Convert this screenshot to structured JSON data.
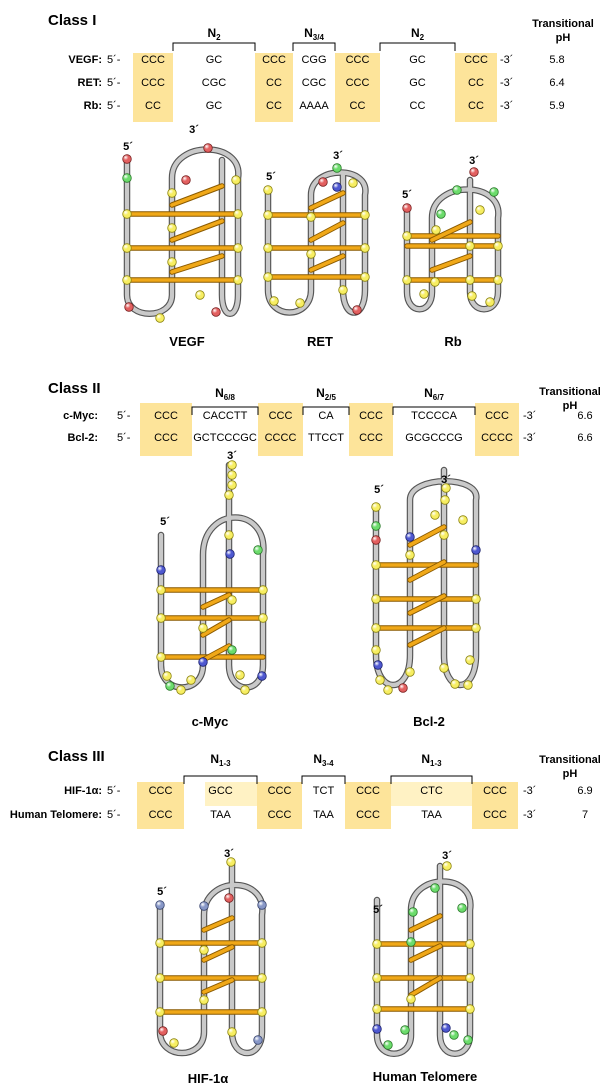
{
  "colors": {
    "highlight": "#fde49a",
    "highlight_light": "#fff2c4",
    "bridge": "#f0a818",
    "bridge_dark": "#8a5a00",
    "backbone": "#a6a6a6",
    "backbone_dark": "#555555",
    "bead_yellow": "#f7ee62",
    "bead_red": "#e36060",
    "bead_green": "#6cdc6c",
    "bead_blue": "#4e58d0",
    "bead_slate": "#8797c7"
  },
  "sections": [
    {
      "title": "Class I",
      "header": "Transitional pH",
      "loops": [
        "N2",
        "N3/4",
        "N2"
      ],
      "rows": [
        {
          "label": "VEGF:",
          "prime5": "5´-",
          "seq": [
            "CCC",
            "GC",
            "CCC",
            "CGG",
            "CCC",
            "GC",
            "CCC"
          ],
          "prime3": "-3´",
          "ph": "5.8"
        },
        {
          "label": "RET:",
          "prime5": "5´-",
          "seq": [
            "CCC",
            "CGC",
            "CC",
            "CGC",
            "CCC",
            "GC",
            "CC"
          ],
          "prime3": "-3´",
          "ph": "6.4"
        },
        {
          "label": "Rb:",
          "prime5": "5´-",
          "seq": [
            "CC",
            "GC",
            "CC",
            "AAAA",
            "CC",
            "CC",
            "CC"
          ],
          "prime3": "-3´",
          "ph": "5.9"
        }
      ],
      "structures": [
        {
          "name": "VEGF",
          "end5": "5´",
          "end3": "3´"
        },
        {
          "name": "RET",
          "end5": "5´",
          "end3": "3´"
        },
        {
          "name": "Rb",
          "end5": "5´",
          "end3": "3´"
        }
      ]
    },
    {
      "title": "Class II",
      "header": "Transitional pH",
      "loops": [
        "N6/8",
        "N2/5",
        "N6/7"
      ],
      "rows": [
        {
          "label": "c-Myc:",
          "prime5": "5´-",
          "seq": [
            "CCC",
            "CACCTT",
            "CCC",
            "CA",
            "CCC",
            "TCCCCA",
            "CCC"
          ],
          "prime3": "-3´",
          "ph": "6.6"
        },
        {
          "label": "Bcl-2:",
          "prime5": "5´-",
          "seq": [
            "CCC",
            "GCTCCCGC",
            "CCCC",
            "TTCCT",
            "CCC",
            "GCGCCCG",
            "CCCC"
          ],
          "prime3": "-3´",
          "ph": "6.6"
        }
      ],
      "structures": [
        {
          "name": "c-Myc",
          "end5": "5´",
          "end3": "3´"
        },
        {
          "name": "Bcl-2",
          "end5": "5´",
          "end3": "3´"
        }
      ]
    },
    {
      "title": "Class III",
      "header": "Transitional pH",
      "loops": [
        "N1-3",
        "N3-4",
        "N1-3"
      ],
      "rows": [
        {
          "label": "HIF-1α:",
          "prime5": "5´-",
          "seq": [
            "CCC",
            "GCC",
            "CCC",
            "TCT",
            "CCC",
            "CTC",
            "CCC"
          ],
          "prime3": "-3´",
          "ph": "6.9"
        },
        {
          "label": "Human Telomere:",
          "prime5": "5´-",
          "seq": [
            "CCC",
            "TAA",
            "CCC",
            "TAA",
            "CCC",
            "TAA",
            "CCC"
          ],
          "prime3": "-3´",
          "ph": "7"
        }
      ],
      "structures": [
        {
          "name": "HIF-1α",
          "end5": "5´",
          "end3": "3´"
        },
        {
          "name": "Human Telomere",
          "end5": "5´",
          "end3": "3´"
        }
      ]
    }
  ]
}
